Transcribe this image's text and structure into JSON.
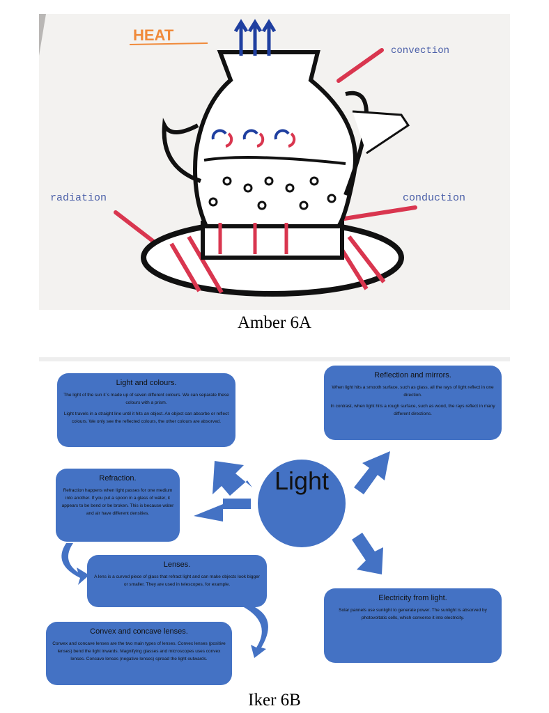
{
  "figure1": {
    "caption": "Amber 6A",
    "labels": {
      "title": "HEAT",
      "convection": "convection",
      "radiation": "radiation",
      "conduction": "conduction"
    }
  },
  "figure2": {
    "caption": "Iker 6B",
    "center": "Light",
    "boxes": [
      {
        "title": "Light and colours.",
        "paragraphs": [
          "The light of the sun it´s made up of seven different colours. We can separate these colours with a prism.",
          "Light travels in a straight line until it hits an object. An object can absorbe or reflect colours. We only see the reflected colours, the other colours are absorved."
        ]
      },
      {
        "title": "Reflection and mirrors.",
        "paragraphs": [
          "When light hits a smooth surface, such as glass, all the rays of light reflect in one direction.",
          "In contrast, when light hits a rough surface, such as wood, the rays reflect in many different directions."
        ]
      },
      {
        "title": "Refraction.",
        "paragraphs": [
          "Refraction happens when light passes for one medium into another. If you put a spoon in a glass of wáter, it appears to be bend or be broken. This is because wáter and air have different densities."
        ]
      },
      {
        "title": "Lenses.",
        "paragraphs": [
          "A lens is a curved piece of glass that refract light and can make objects look bigger or smaller. They are used in telescopes, for example."
        ]
      },
      {
        "title": "Convex and concave lenses.",
        "paragraphs": [
          "Convex and concave lenses are the two main types of lenses. Convex lenses (positive lenses) bend the light inwards. Magnifying glasses and microscopes uses convex lenses. Concave lenses (negative lenses) spread the light outwards."
        ]
      },
      {
        "title": "Electricity from light.",
        "paragraphs": [
          "Solar pannels use sunlight to generate power. The sunlight is absorved by photovoltatic cells, which converse it into electricity."
        ]
      }
    ]
  },
  "colors": {
    "poster_blue": "#4472c4",
    "marker_red": "#d9364f",
    "marker_blue": "#1f3fa0",
    "title_orange": "#f08a3a"
  }
}
